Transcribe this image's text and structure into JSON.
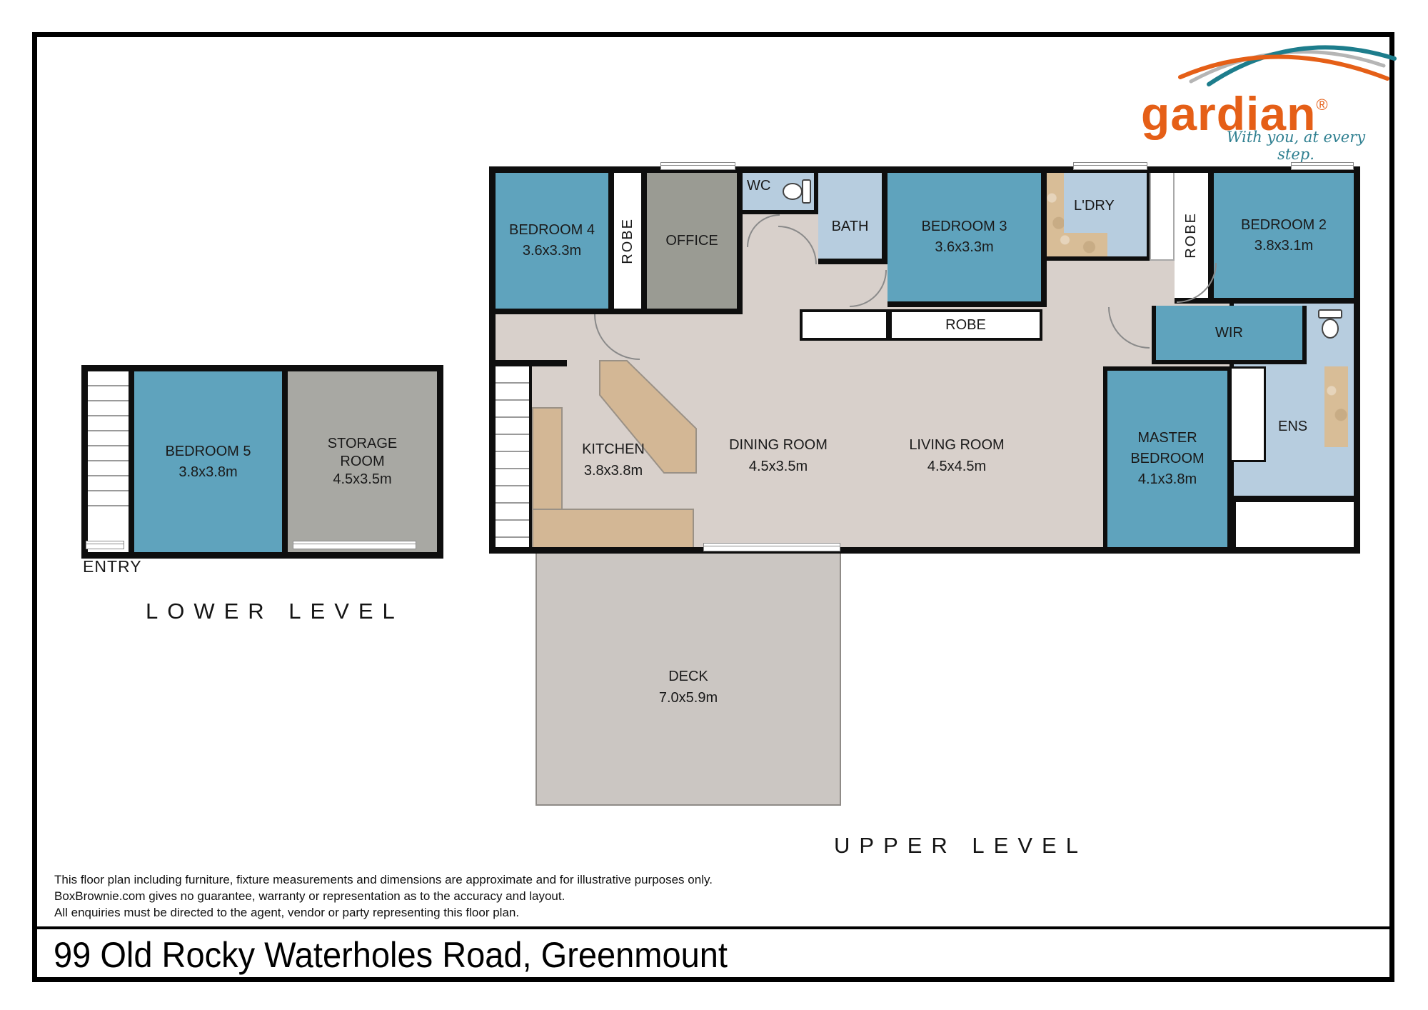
{
  "logo": {
    "brand": "gardian",
    "registered": "®",
    "tagline": "With you, at every step."
  },
  "upper": {
    "title": "UPPER LEVEL",
    "robe": "ROBE",
    "bedroom4": {
      "name": "BEDROOM 4",
      "dims": "3.6x3.3m"
    },
    "office": "OFFICE",
    "wc": "WC",
    "bath": "BATH",
    "bedroom3": {
      "name": "BEDROOM 3",
      "dims": "3.6x3.3m"
    },
    "ldry": "L'DRY",
    "bedroom2": {
      "name": "BEDROOM 2",
      "dims": "3.8x3.1m"
    },
    "wir": "WIR",
    "ens": "ENS",
    "master": {
      "line1": "MASTER",
      "line2": "BEDROOM",
      "dims": "4.1x3.8m"
    },
    "kitchen": {
      "name": "KITCHEN",
      "dims": "3.8x3.8m"
    },
    "dining": {
      "name": "DINING ROOM",
      "dims": "4.5x3.5m"
    },
    "living": {
      "name": "LIVING ROOM",
      "dims": "4.5x4.5m"
    },
    "deck": {
      "name": "DECK",
      "dims": "7.0x5.9m"
    }
  },
  "lower": {
    "title": "LOWER LEVEL",
    "entry": "ENTRY",
    "bedroom5": {
      "name": "BEDROOM 5",
      "dims": "3.8x3.8m"
    },
    "storage": {
      "line1": "STORAGE",
      "line2": "ROOM",
      "dims": "4.5x3.5m"
    }
  },
  "disclaimer": {
    "line1": "This floor plan including furniture, fixture measurements and dimensions are approximate and for illustrative purposes only.",
    "line2": "BoxBrownie.com gives no guarantee, warranty or representation as to the accuracy and layout.",
    "line3": "All enquiries must be directed to the agent, vendor or party representing this floor plan."
  },
  "address": "99 Old Rocky Waterholes Road, Greenmount",
  "colors": {
    "wall": "#0e0e0e",
    "bedroom_fill": "#5fa3bd",
    "wet_area_fill": "#b7cddf",
    "office_fill": "#9a9b93",
    "storage_fill": "#a8a8a3",
    "floor_fill": "#d8d0cb",
    "bench_tile_fill": "#d3b795",
    "deck_fill": "#cbc6c2",
    "brand_orange": "#e55f17",
    "brand_teal": "#2e7f90"
  }
}
